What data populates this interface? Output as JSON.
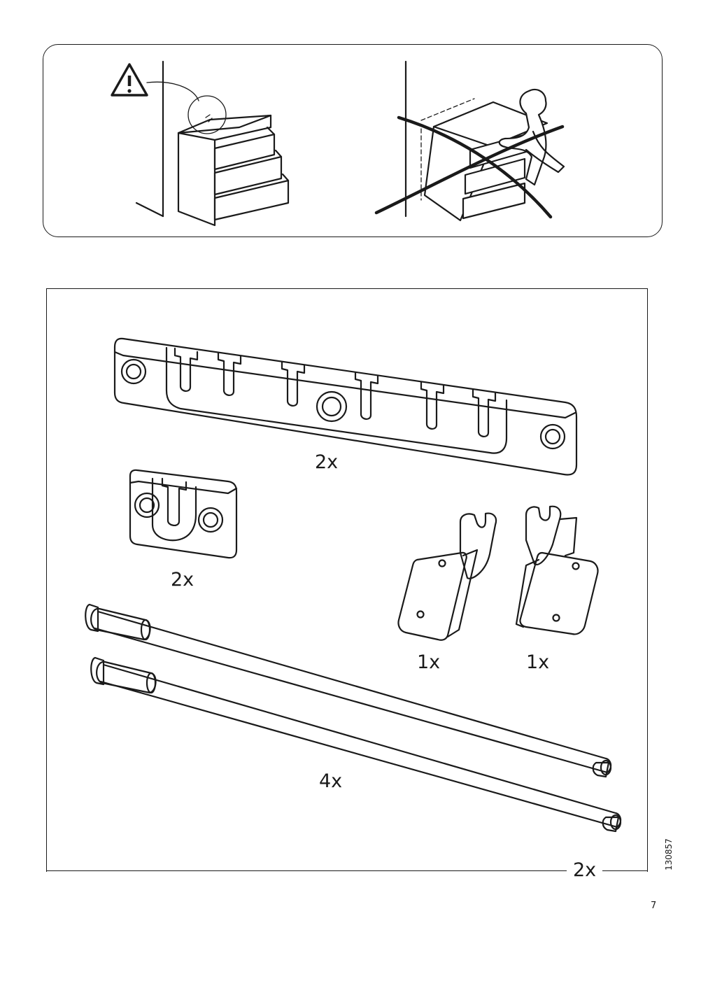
{
  "quantities": {
    "wall_rail": "2x",
    "small_bracket": "2x",
    "left_support": "1x",
    "right_support": "1x",
    "rods": "4x",
    "set": "2x"
  },
  "document_code": "130857",
  "page_number": "7"
}
